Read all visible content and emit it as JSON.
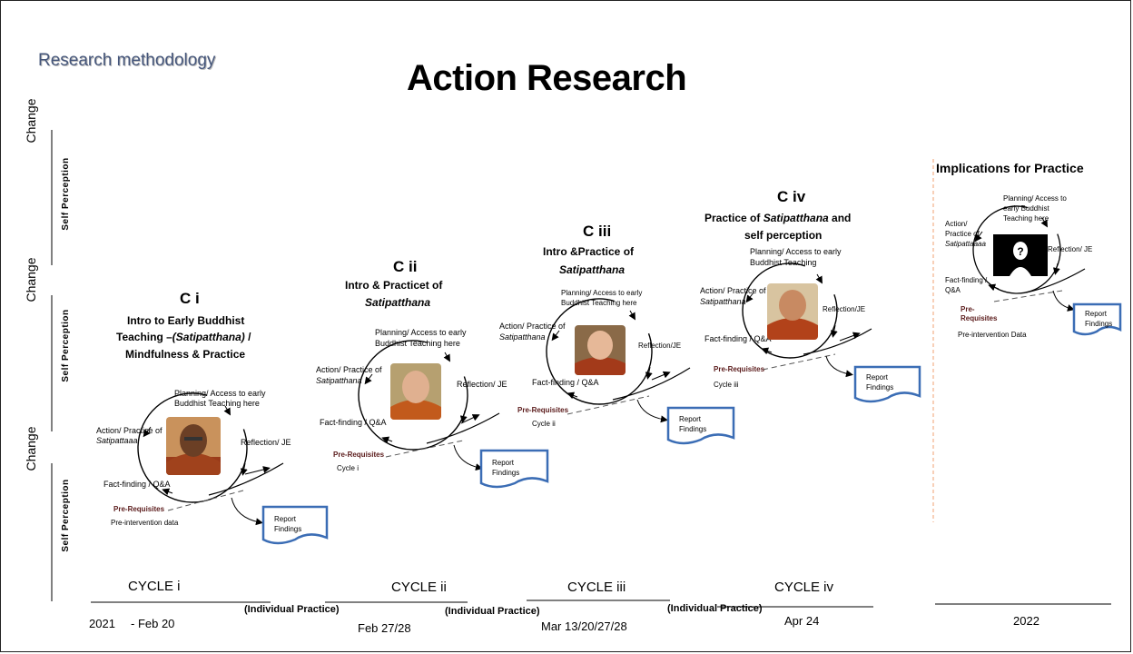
{
  "header": {
    "subtitle": "Research methodology",
    "title": "Action Research"
  },
  "side_labels": {
    "change": "Change",
    "self_perception": "Self Perception"
  },
  "cycles": [
    {
      "id": "ci",
      "label": "C i",
      "heading": "Intro to Early Buddhist",
      "heading2a": "Teaching –",
      "heading2b": "(Satipatthana)",
      "heading2c": " /",
      "heading3": "Mindfulness & Practice",
      "planning": "Planning/ Access to early",
      "planning2": "Buddhist Teaching here",
      "action": "Action/ Practice  of",
      "action2": "Satipattaaa",
      "reflection": "Reflection/ JE",
      "fact": "Fact-finding / Q&A",
      "prereq": "Pre-Requisites",
      "after": "Pre-intervention  data",
      "report": "Report",
      "report2": "Findings"
    },
    {
      "id": "cii",
      "label": "C ii",
      "heading": "Intro & Practicet of",
      "heading2": "Satipatthana",
      "planning": "Planning/ Access to early",
      "planning2": "Buddhist Teaching here",
      "action": "Action/ Practice of",
      "action2": "Satipatthana",
      "reflection": "Reflection/ JE",
      "fact": "Fact-finding / Q&A",
      "prereq": "Pre-Requisites",
      "after": "Cycle i",
      "report": "Report",
      "report2": "Findings"
    },
    {
      "id": "ciii",
      "label": "C iii",
      "heading": "Intro &Practice of",
      "heading2": "Satipatthana",
      "planning": "Planning/ Access to early",
      "planning2": "Buddhist Teaching here",
      "action": "Action/ Practice of",
      "action2": "Satipatthana",
      "reflection": "Reflection/JE",
      "fact": "Fact-finding / Q&A",
      "prereq": "Pre-Requisites",
      "after": "Cycle ii",
      "report": "Report",
      "report2": "Findings"
    },
    {
      "id": "civ",
      "label": "C iv",
      "heading1a": "Practice of ",
      "heading1b": "Satipatthana",
      "heading1c": " and",
      "heading2": "self perception",
      "planning": "Planning/ Access to early",
      "planning2": "Buddhist Teaching",
      "action": "Action/ Practice of",
      "action2": "Satipatthana",
      "reflection": "Reflection/JE",
      "fact": "Fact-finding / Q&A",
      "prereq": "Pre-Requisites",
      "after": "Cycle iii",
      "report": "Report",
      "report2": "Findings"
    }
  ],
  "implications": {
    "title": "Implications for Practice",
    "planning": "Planning/ Access to",
    "planning2": "early Buddhist",
    "planning3": "Teaching here",
    "action": "Action/",
    "action2": "Practice of",
    "action3": "Satipattaaaa",
    "reflection": "Reflection/ JE",
    "fact": "Fact-finding /",
    "fact2": "Q&A",
    "prereq": "Pre-",
    "prereq2": "Requisites",
    "after": "Pre-intervention  Data",
    "report": "Report",
    "report2": "Findings"
  },
  "timeline": {
    "cycle_labels": [
      "CYCLE i",
      "CYCLE ii",
      "CYCLE iii",
      "CYCLE iv"
    ],
    "individual_practice": "(Individual Practice)",
    "dates": {
      "d1": "2021",
      "d1b": "- Feb 20",
      "d2": "Feb 27/28",
      "d3": "Mar 13/20/27/28",
      "d4": "Apr 24",
      "d5": "2022"
    }
  },
  "colors": {
    "report_border": "#3b6db5",
    "subtitle": "#44557a",
    "divider": "#f0a070",
    "prereq": "#5a1a1a"
  }
}
